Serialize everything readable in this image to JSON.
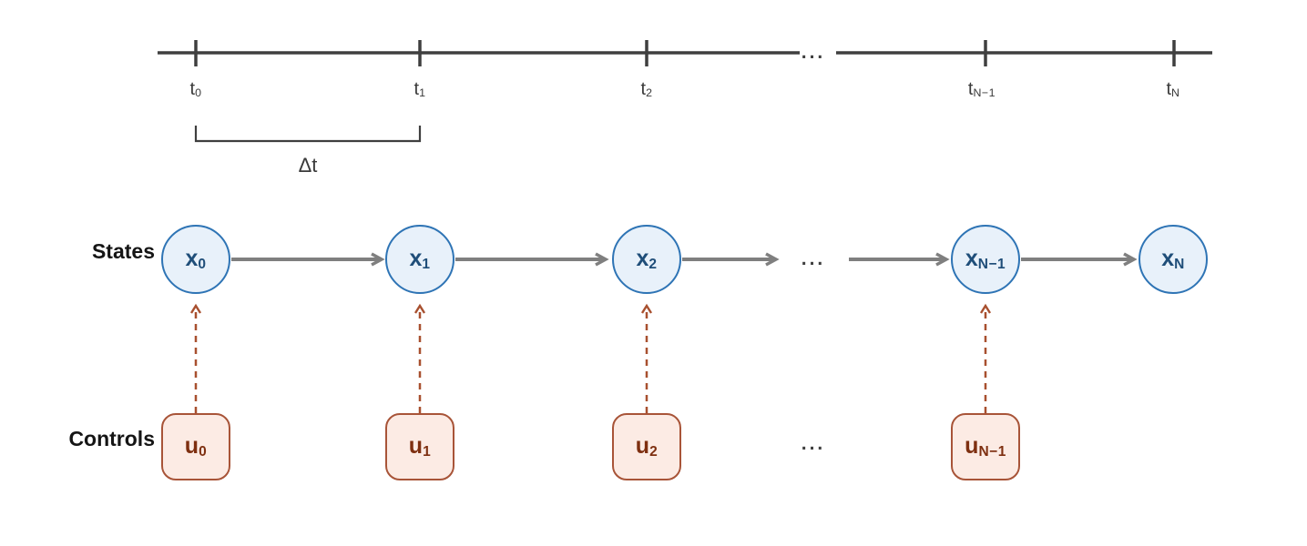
{
  "diagram_title": "discrete-time states and controls timeline",
  "timeline": {
    "ticks": [
      {
        "base": "t",
        "sub": "0"
      },
      {
        "base": "t",
        "sub": "1"
      },
      {
        "base": "t",
        "sub": "2"
      },
      {
        "base": "t",
        "sub": "N−1"
      },
      {
        "base": "t",
        "sub": "N"
      }
    ],
    "ellipsis": "...",
    "interval_label": "Δt"
  },
  "states": {
    "row_label": "States",
    "nodes": [
      {
        "base": "x",
        "sub": "0"
      },
      {
        "base": "x",
        "sub": "1"
      },
      {
        "base": "x",
        "sub": "2"
      },
      {
        "base": "x",
        "sub": "N−1"
      },
      {
        "base": "x",
        "sub": "N"
      }
    ],
    "ellipsis": "..."
  },
  "controls": {
    "row_label": "Controls",
    "nodes": [
      {
        "base": "u",
        "sub": "0"
      },
      {
        "base": "u",
        "sub": "1"
      },
      {
        "base": "u",
        "sub": "2"
      },
      {
        "base": "u",
        "sub": "N−1"
      }
    ],
    "ellipsis": "..."
  },
  "colors": {
    "timeline_line": "#3f3f3f",
    "state_fill": "#e8f1fa",
    "state_border": "#2e74b5",
    "state_text": "#1f4e79",
    "state_arrow": "#7f7f7f",
    "control_fill": "#fcebe4",
    "control_border": "#a85438",
    "control_text": "#7e2f10",
    "control_arrow": "#a8502f",
    "label_text": "#151515"
  }
}
